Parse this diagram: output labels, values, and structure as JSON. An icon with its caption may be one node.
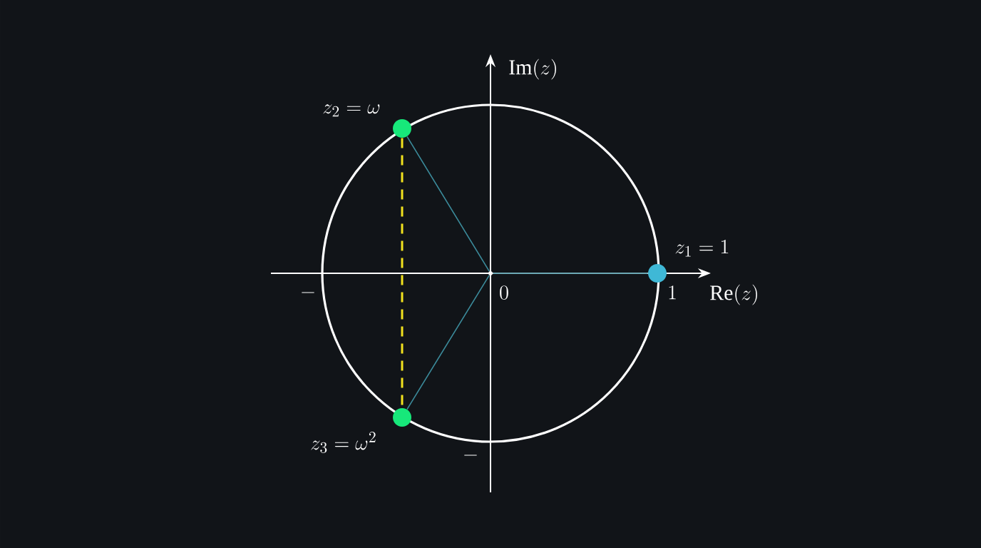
{
  "diagram": {
    "nodes": [
      {
        "text": [],
        "shape": "point",
        "beside": [
          "0"
        ]
      },
      {
        "text": [],
        "shape": "circle",
        "beside": [
          "z_1 = 1"
        ]
      },
      {
        "text": [],
        "shape": "circle",
        "beside": [
          "z_2 = \\omega"
        ]
      },
      {
        "text": [],
        "shape": "circle",
        "beside": [
          "z_3 = \\omega^2"
        ]
      }
    ],
    "edges": [
      {
        "from": 0,
        "to": 1,
        "arrow": "none"
      },
      {
        "from": 0,
        "to": 2,
        "arrow": "none"
      },
      {
        "from": 0,
        "to": 3,
        "arrow": "none"
      },
      {
        "from": 2,
        "to": 3,
        "arrow": "none",
        "style": "dashed",
        "color": "#f2e21e"
      }
    ],
    "labels": [
      "\\mathrm{Im}(z)",
      "-",
      "1",
      "\\mathrm{Re}(z)",
      "-"
    ]
  }
}
